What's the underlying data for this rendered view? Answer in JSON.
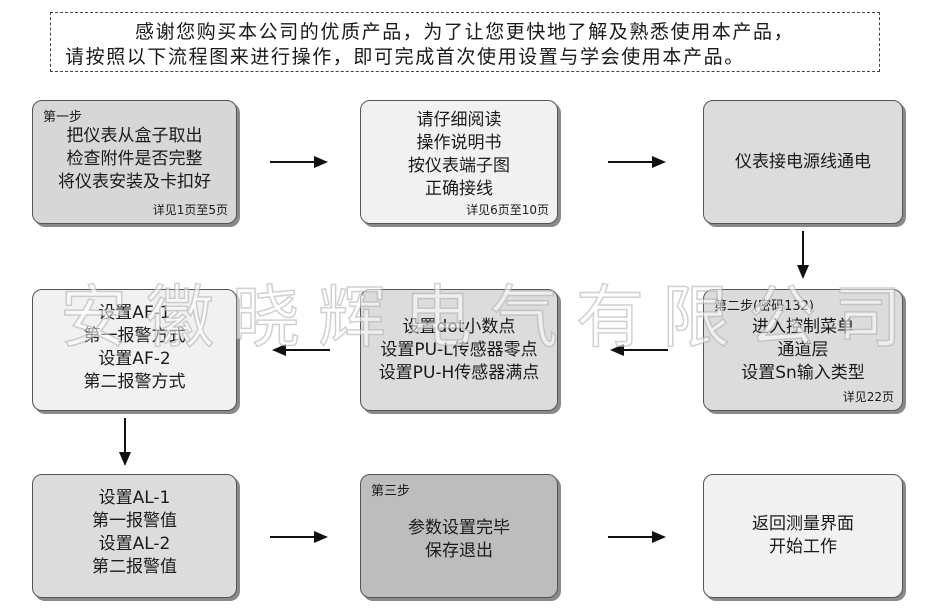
{
  "notice": {
    "line1": "感谢您购买本公司的优质产品，为了让您更快地了解及熟悉使用本产品，",
    "line2": "请按照以下流程图来进行操作，即可完成首次使用设置与学会使用本产品。"
  },
  "boxes": {
    "b1": {
      "step": "第一步",
      "lines": [
        "把仪表从盒子取出",
        "检查附件是否完整",
        "将仪表安装及卡扣好"
      ],
      "ref": "详见1页至5页"
    },
    "b2": {
      "lines": [
        "请仔细阅读",
        "操作说明书",
        "按仪表端子图",
        "正确接线"
      ],
      "ref": "详见6页至10页"
    },
    "b3": {
      "lines": [
        "仪表接电源线通电"
      ]
    },
    "b4": {
      "step": "第二步(密码132)",
      "lines": [
        "进入控制菜单",
        "通道层",
        "设置Sn输入类型"
      ],
      "ref": "详见22页"
    },
    "b5": {
      "lines": [
        "设置dot小数点",
        "设置PU-L传感器零点",
        "设置PU-H传感器满点"
      ]
    },
    "b6": {
      "lines": [
        "设置AF-1",
        "第一报警方式",
        "设置AF-2",
        "第二报警方式"
      ]
    },
    "b7": {
      "lines": [
        "设置AL-1",
        "第一报警值",
        "设置AL-2",
        "第二报警值"
      ]
    },
    "b8": {
      "step": "第三步",
      "lines": [
        "参数设置完毕",
        "保存退出"
      ]
    },
    "b9": {
      "lines": [
        "返回测量界面",
        "开始工作"
      ]
    }
  },
  "watermark": "安徽晓辉电气有限公司"
}
